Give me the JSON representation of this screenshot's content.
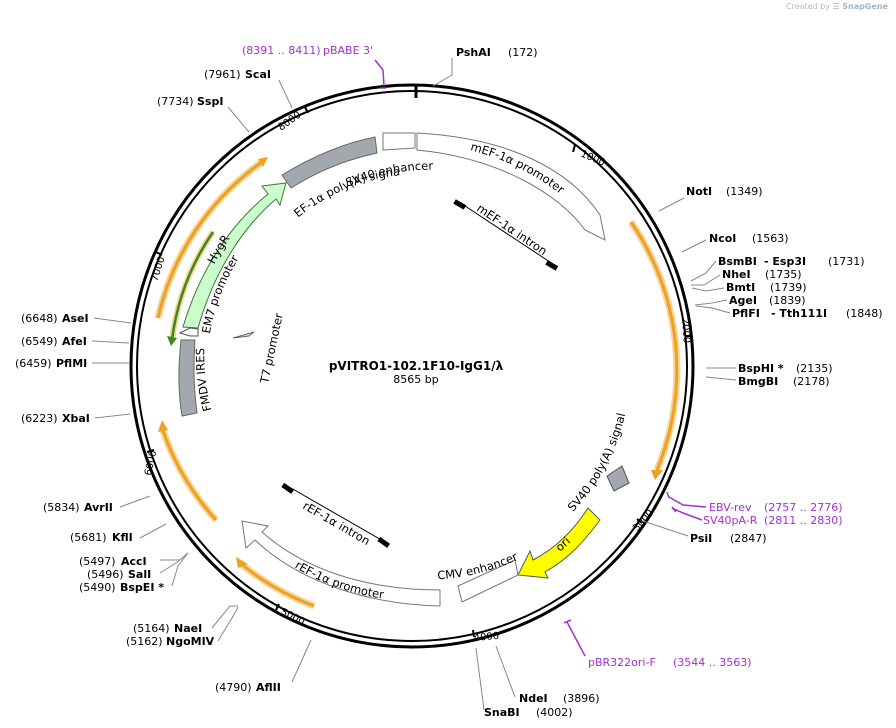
{
  "watermark": {
    "prefix": "Created by",
    "brand": "SnapGene"
  },
  "plasmid": {
    "name": "pVITRO1-102.1F10-IgG1/λ",
    "length_label": "8565 bp",
    "length": 8565
  },
  "ticks": [
    "1000",
    "2000",
    "3000",
    "4000",
    "5000",
    "6000",
    "7000",
    "8000"
  ],
  "sites": [
    {
      "name": "PshAI",
      "pos": "(172)"
    },
    {
      "name": "NotI",
      "pos": "(1349)"
    },
    {
      "name": "NcoI",
      "pos": "(1563)"
    },
    {
      "name": "BsmBI",
      "name2": "- Esp3I",
      "pos": "(1731)"
    },
    {
      "name": "NheI",
      "pos": "(1735)"
    },
    {
      "name": "BmtI",
      "pos": "(1739)"
    },
    {
      "name": "AgeI",
      "pos": "(1839)"
    },
    {
      "name": "PflFI",
      "name2": "- Tth111I",
      "pos": "(1848)"
    },
    {
      "name": "BspHI *",
      "pos": "(2135)"
    },
    {
      "name": "BmgBI",
      "pos": "(2178)"
    },
    {
      "name": "PsiI",
      "pos": "(2847)"
    },
    {
      "name": "NdeI",
      "pos": "(3896)"
    },
    {
      "name": "SnaBI",
      "pos": "(4002)"
    },
    {
      "name": "AflII",
      "pos": "(4790)"
    },
    {
      "name": "NaeI",
      "pos": "(5164)"
    },
    {
      "name": "NgoMIV",
      "pos": "(5162)"
    },
    {
      "name": "AccI",
      "pos": "(5497)"
    },
    {
      "name": "SalI",
      "pos": "(5496)"
    },
    {
      "name": "BspEI *",
      "pos": "(5490)"
    },
    {
      "name": "KflI",
      "pos": "(5681)"
    },
    {
      "name": "AvrII",
      "pos": "(5834)"
    },
    {
      "name": "XbaI",
      "pos": "(6223)"
    },
    {
      "name": "PflMI",
      "pos": "(6459)"
    },
    {
      "name": "AfeI",
      "pos": "(6549)"
    },
    {
      "name": "AseI",
      "pos": "(6648)"
    },
    {
      "name": "SspI",
      "pos": "(7734)"
    },
    {
      "name": "ScaI",
      "pos": "(7961)"
    }
  ],
  "primers": [
    {
      "name": "pBABE 3'",
      "range": "(8391 .. 8411)"
    },
    {
      "name": "EBV-rev",
      "range": "(2757 .. 2776)"
    },
    {
      "name": "SV40pA-R",
      "range": "(2811 .. 2830)"
    },
    {
      "name": "pBR322ori-F",
      "range": "(3544 .. 3563)"
    }
  ],
  "features": {
    "mef1a_promoter": "mEF-1α promoter",
    "mef1a_intron": "mEF-1α intron",
    "sv40_enhancer": "SV40 enhancer",
    "ef1a_polya": "EF-1α poly(A) signal",
    "sv40_polya": "SV40 poly(A) signal",
    "ori": "ori",
    "cmv_enhancer": "CMV enhancer",
    "ref1a_promoter": "rEF-1α promoter",
    "ref1a_intron": "rEF-1α intron",
    "hygr": "HygR",
    "em7_promoter": "EM7 promoter",
    "fmdv_ires": "FMDV IRES",
    "t7_promoter": "T7 promoter"
  },
  "colors": {
    "primer": "#a230d0",
    "orf_fill": "#f0a020",
    "orf_glow": "#f7d49a",
    "feature_gray": "#a3a8ae",
    "hygr_fill": "#ccfccc",
    "ori_fill": "#ffff00"
  }
}
